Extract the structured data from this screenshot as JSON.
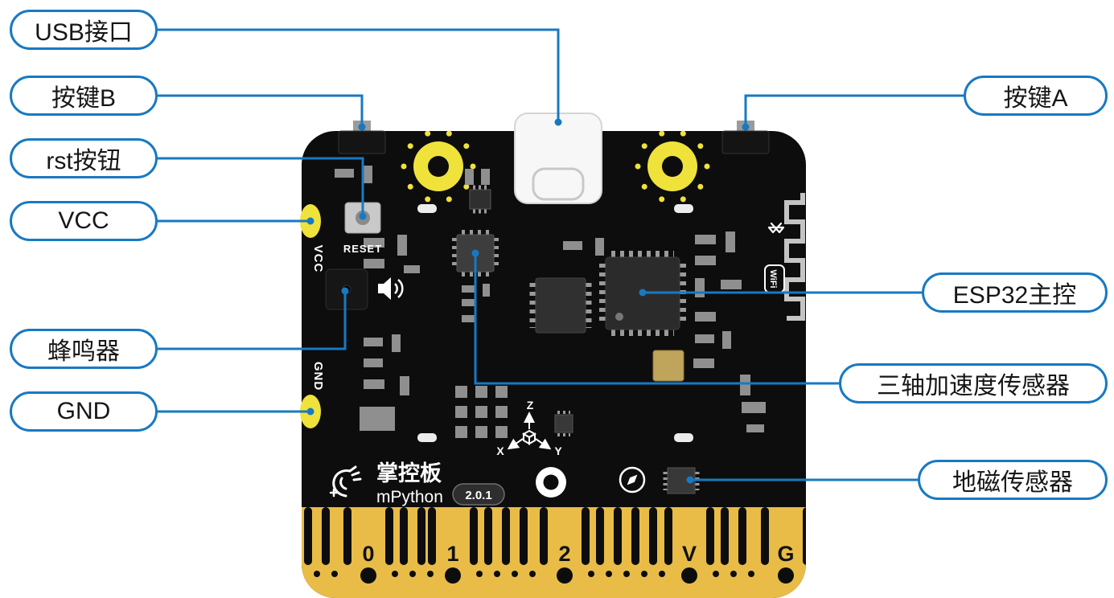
{
  "colors": {
    "accent": "#1879C2",
    "board": "#0D0D0D",
    "gold": "#E8BC47",
    "pad_yellow": "#EFE23B"
  },
  "callouts": {
    "left": [
      {
        "id": "usb-port",
        "label": "USB接口"
      },
      {
        "id": "button-b",
        "label": "按键B"
      },
      {
        "id": "reset-button",
        "label": "rst按钮"
      },
      {
        "id": "vcc",
        "label": "VCC"
      },
      {
        "id": "buzzer",
        "label": "蜂鸣器"
      },
      {
        "id": "gnd",
        "label": "GND"
      }
    ],
    "right": [
      {
        "id": "button-a",
        "label": "按键A"
      },
      {
        "id": "esp32",
        "label": "ESP32主控"
      },
      {
        "id": "accelerometer",
        "label": "三轴加速度传感器"
      },
      {
        "id": "magnetometer",
        "label": "地磁传感器"
      }
    ]
  },
  "board": {
    "reset_label": "RESET",
    "vcc_silk": "VCC",
    "gnd_silk": "GND",
    "brand": "掌控板",
    "brand_sub": "mPython",
    "version": "2.0.1",
    "wifi_label": "WiFi",
    "axis": {
      "x": "X",
      "y": "Y",
      "z": "Z"
    },
    "pins": [
      "0",
      "1",
      "2",
      "V",
      "G"
    ]
  }
}
